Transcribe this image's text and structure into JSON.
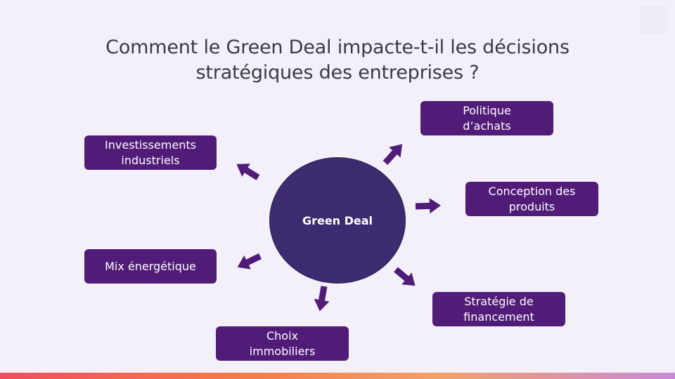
{
  "title": "Comment le Green Deal impacte-t-il les décisions\nstratégiques des entreprises ?",
  "hub": {
    "label": "Green Deal"
  },
  "nodes": {
    "investissements": "Investissements\nindustriels",
    "mix": "Mix énergétique",
    "immobiliers": "Choix\nimmobiliers",
    "achats": "Politique\nd’achats",
    "conception": "Conception des\nproduits",
    "financement": "Stratégie de\nfinancement"
  },
  "colors": {
    "background": "#f3f0fa",
    "hub": "#3d2b6f",
    "node": "#511b78",
    "arrow": "#511b78",
    "title": "#3a3a46"
  }
}
